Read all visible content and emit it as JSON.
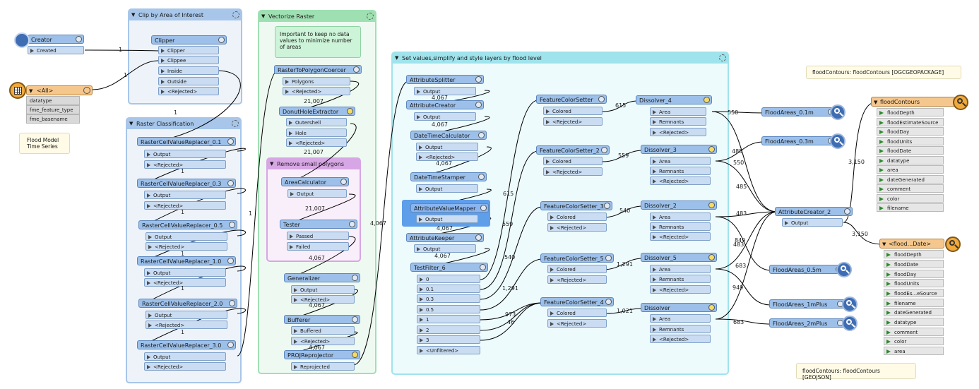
{
  "bookmarks": {
    "clip": "Clip by Area of Interest",
    "vectorize": "Vectorize Raster",
    "classification": "Raster Classification",
    "small": "Remove small polygons",
    "setvalues": "Set values,simplify and style layers by flood level"
  },
  "notes": {
    "nodata": "Important to keep no data values to minimize number of areas",
    "floodmodel": "Flood Model Time Series",
    "ogc": "floodContours: floodContours [OGCGEOPACKAGE]",
    "geojson": "floodContours: floodContours [GEOJSON]"
  },
  "creator": {
    "name": "Creator",
    "port": "Created"
  },
  "reader": {
    "name": "<All>",
    "attrs": [
      "datatype",
      "fme_feature_type",
      "fme_basename"
    ]
  },
  "clipper": {
    "name": "Clipper",
    "ports": [
      "Clipper",
      "Clippee",
      "Inside",
      "Outside",
      "<Rejected>"
    ]
  },
  "rcvr": [
    {
      "name": "RasterCellValueReplacer_0.1",
      "ports": [
        "Output",
        "<Rejected>"
      ]
    },
    {
      "name": "RasterCellValueReplacer_0.3",
      "ports": [
        "Output",
        "<Rejected>"
      ]
    },
    {
      "name": "RasterCellValueReplacer_0.5",
      "ports": [
        "Output",
        "<Rejected>"
      ]
    },
    {
      "name": "RasterCellValueReplacer_1.0",
      "ports": [
        "Output",
        "<Rejected>"
      ]
    },
    {
      "name": "RasterCellValueReplacer_2.0",
      "ports": [
        "Output",
        "<Rejected>"
      ]
    },
    {
      "name": "RasterCellValueReplacer_3.0",
      "ports": [
        "Output",
        "<Rejected>"
      ]
    }
  ],
  "vec": {
    "r2p": {
      "name": "RasterToPolygonCoercer",
      "ports": [
        "Polygons",
        "<Rejected>"
      ]
    },
    "donut": {
      "name": "DonutHoleExtractor",
      "ports": [
        "Outershell",
        "Hole",
        "<Rejected>"
      ]
    },
    "areacalc": {
      "name": "AreaCalculator",
      "ports": [
        "Output"
      ]
    },
    "tester": {
      "name": "Tester",
      "ports": [
        "Passed",
        "Failed"
      ]
    },
    "generalizer": {
      "name": "Generalizer",
      "ports": [
        "Output",
        "<Rejected>"
      ]
    },
    "bufferer": {
      "name": "Bufferer",
      "ports": [
        "Buffered",
        "<Rejected>"
      ]
    },
    "proj": {
      "name": "PROJReprojector",
      "ports": [
        "Reprojected"
      ]
    }
  },
  "setv": {
    "attrsplit": {
      "name": "AttributeSplitter",
      "ports": [
        "Output"
      ]
    },
    "attrcreate": {
      "name": "AttributeCreator",
      "ports": [
        "Output"
      ]
    },
    "dtcalc": {
      "name": "DateTimeCalculator",
      "ports": [
        "Output",
        "<Rejected>"
      ]
    },
    "dtstamp": {
      "name": "DateTimeStamper",
      "ports": [
        "Output"
      ]
    },
    "avm": {
      "name": "AttributeValueMapper",
      "ports": [
        "Output"
      ]
    },
    "keeper": {
      "name": "AttributeKeeper",
      "ports": [
        "Output"
      ]
    },
    "testfilter": {
      "name": "TestFilter_6",
      "ports": [
        "0",
        "0.1",
        "0.3",
        "0.5",
        "1",
        "2",
        "3",
        "<Unfiltered>"
      ]
    },
    "fcs": [
      {
        "name": "FeatureColorSetter",
        "ports": [
          "Colored",
          "<Rejected>"
        ]
      },
      {
        "name": "FeatureColorSetter_2",
        "ports": [
          "Colored",
          "<Rejected>"
        ]
      },
      {
        "name": "FeatureColorSetter_3",
        "ports": [
          "Colored",
          "<Rejected>"
        ]
      },
      {
        "name": "FeatureColorSetter_5",
        "ports": [
          "Colored",
          "<Rejected>"
        ]
      },
      {
        "name": "FeatureColorSetter_4",
        "ports": [
          "Colored",
          "<Rejected>"
        ]
      }
    ],
    "dis": [
      {
        "name": "Dissolver_4",
        "ports": [
          "Area",
          "Remnants",
          "<Rejected>"
        ]
      },
      {
        "name": "Dissolver_3",
        "ports": [
          "Area",
          "Remnants",
          "<Rejected>"
        ]
      },
      {
        "name": "Dissolver_2",
        "ports": [
          "Area",
          "Remnants",
          "<Rejected>"
        ]
      },
      {
        "name": "Dissolver_5",
        "ports": [
          "Area",
          "Remnants",
          "<Rejected>"
        ]
      },
      {
        "name": "Dissolver",
        "ports": [
          "Area",
          "Remnants",
          "<Rejected>"
        ]
      }
    ]
  },
  "inspectors": [
    "FloodAreas_0.1m",
    "FloodAreas_0.3m",
    "FloodAreas_0.5m",
    "FloodAreas_1mPlus",
    "FloodAreas_2mPlus"
  ],
  "ac2": {
    "name": "AttributeCreator_2",
    "ports": [
      "Output"
    ]
  },
  "writer1": {
    "name": "floodContours",
    "attrs": [
      "floodDepth",
      "floodEstimateSource",
      "floodDay",
      "floodUnits",
      "floodDate",
      "datatype",
      "area",
      "dateGenerated",
      "comment",
      "color",
      "filename"
    ]
  },
  "writer2": {
    "name": "<flood...Date>",
    "attrs": [
      "floodDepth",
      "floodDate",
      "floodDay",
      "floodUnits",
      "floodEs...eSource",
      "filename",
      "dateGenerated",
      "datatype",
      "comment",
      "color",
      "area"
    ]
  },
  "counts": {
    "c1": "1",
    "c2": "1",
    "c3": "1",
    "c4": "1",
    "c5": "1",
    "c6": "1",
    "c7": "1",
    "c8": "1",
    "c9": "1",
    "c10": "1",
    "c21007a": "21,007",
    "c21007b": "21,007",
    "c21007c": "21,007",
    "c4067a": "4,067",
    "c4067b": "4,067",
    "c4067c": "4,067",
    "c4067d": "4,067",
    "c4067e": "4,067",
    "c4067f": "4,067",
    "c4067g": "4,067",
    "c4067h": "4,067",
    "c4067i": "4,067",
    "c4067j": "4,067",
    "c615a": "615",
    "c615b": "615",
    "c559a": "559",
    "c559b": "559",
    "c540a": "540",
    "c540b": "540",
    "c1291a": "1,291",
    "c1291b": "1,291",
    "c973": "973",
    "c46": "46",
    "c1021": "1,021",
    "c550a": "550",
    "c550b": "550",
    "c485a": "485",
    "c485b": "485",
    "c483a": "483",
    "c483b": "483",
    "c849": "849",
    "c683a": "683",
    "c683b": "683",
    "c949": "949",
    "c3150a": "3,150",
    "c3150b": "3,150"
  }
}
